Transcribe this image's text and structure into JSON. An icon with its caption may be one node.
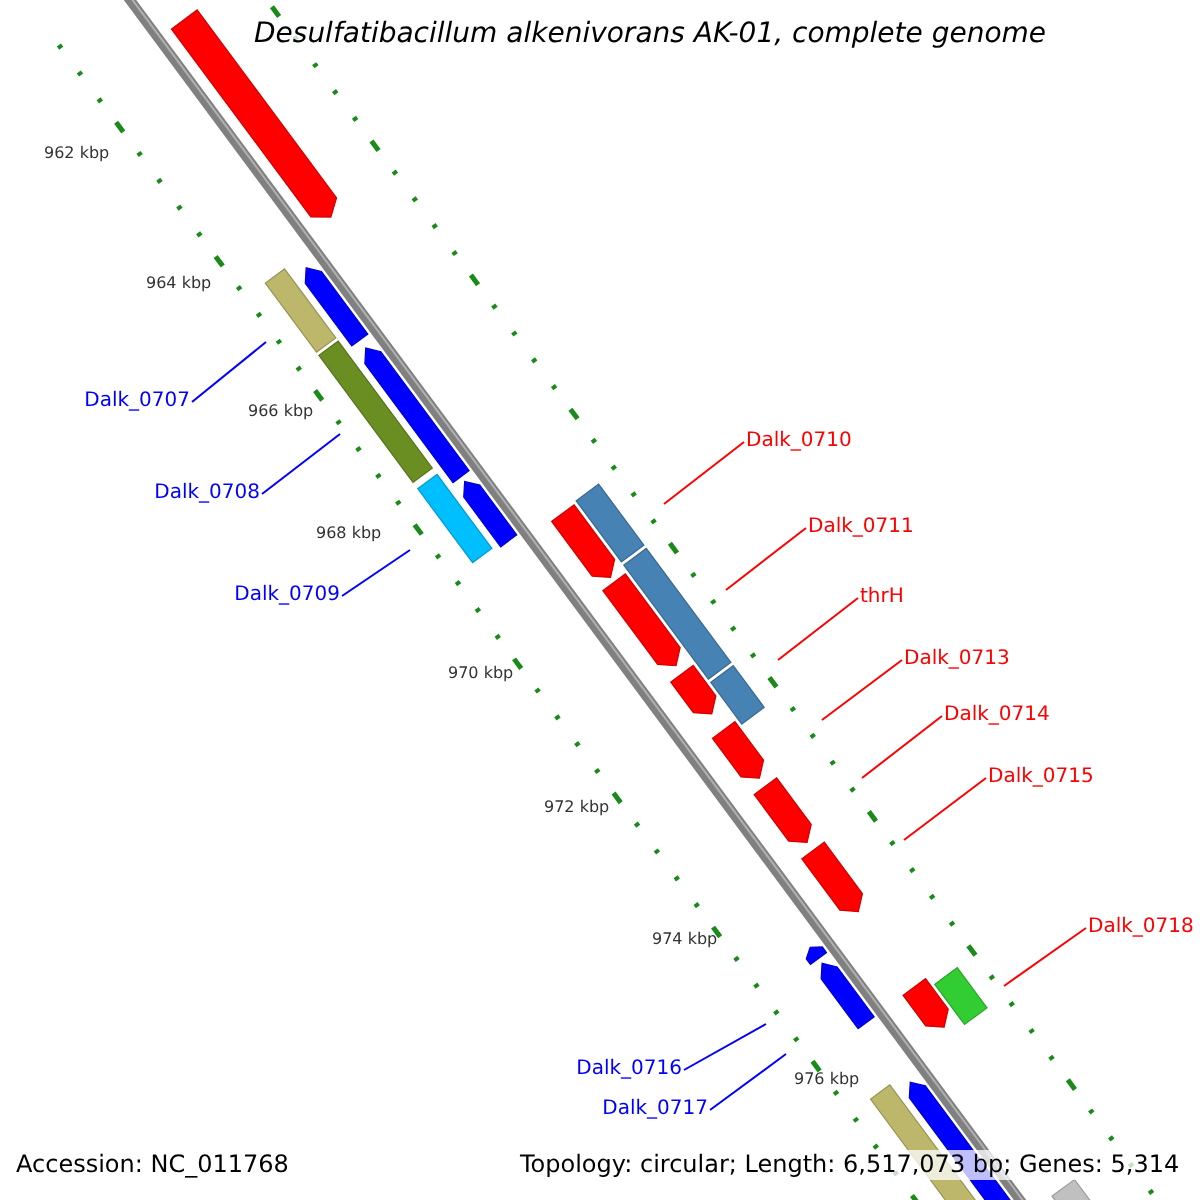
{
  "diagram": {
    "title": "Desulfatibacillum alkenivorans AK-01, complete genome",
    "nodes": [
      {
        "text": [
          "Dalk_0707"
        ]
      },
      {
        "text": [
          "Dalk_0708"
        ]
      },
      {
        "text": [
          "Dalk_0709"
        ]
      },
      {
        "text": [
          "Dalk_0710"
        ]
      },
      {
        "text": [
          "Dalk_0711"
        ]
      },
      {
        "text": [
          "thrH"
        ]
      },
      {
        "text": [
          "Dalk_0713"
        ]
      },
      {
        "text": [
          "Dalk_0714"
        ]
      },
      {
        "text": [
          "Dalk_0715"
        ]
      },
      {
        "text": [
          "Dalk_0716"
        ]
      },
      {
        "text": [
          "Dalk_0717"
        ]
      },
      {
        "text": [
          "Dalk_0718"
        ]
      }
    ],
    "edges": [
      {
        "from": 0,
        "to": null,
        "arrow": "none",
        "color": "#0000ff"
      },
      {
        "from": 1,
        "to": null,
        "arrow": "none",
        "color": "#0000ff"
      },
      {
        "from": 2,
        "to": null,
        "arrow": "none",
        "color": "#0000ff"
      },
      {
        "from": 3,
        "to": null,
        "arrow": "none"
      },
      {
        "from": 4,
        "to": null,
        "arrow": "none"
      },
      {
        "from": 5,
        "to": null,
        "arrow": "none"
      },
      {
        "from": 6,
        "to": null,
        "arrow": "none"
      },
      {
        "from": 7,
        "to": null,
        "arrow": "none"
      },
      {
        "from": 8,
        "to": null,
        "arrow": "none"
      },
      {
        "from": 9,
        "to": null,
        "arrow": "none",
        "color": "#0000ff"
      },
      {
        "from": 10,
        "to": null,
        "arrow": "none",
        "color": "#0000ff"
      },
      {
        "from": 11,
        "to": null,
        "arrow": "none"
      }
    ],
    "labels": [
      "962 kbp",
      "964 kbp",
      "966 kbp",
      "968 kbp",
      "970 kbp",
      "972 kbp",
      "974 kbp",
      "976 kbp",
      "Accession: NC_011768",
      "Topology: circular; Length: 6,517,073 bp; Genes: 5,314"
    ]
  }
}
